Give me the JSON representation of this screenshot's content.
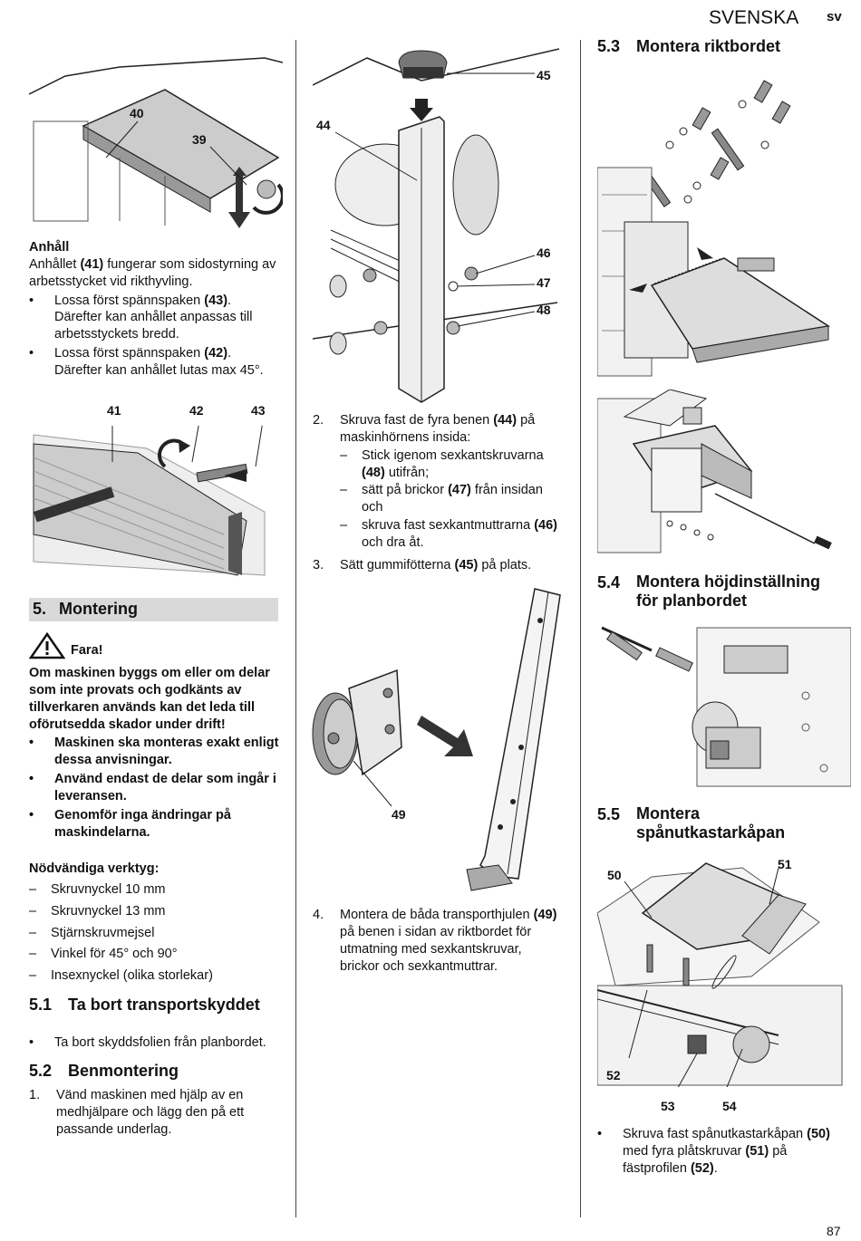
{
  "header": {
    "language": "SVENSKA",
    "code": "sv"
  },
  "page_number": "87",
  "col1": {
    "fig1_callouts": [
      "40",
      "39"
    ],
    "anhall_title": "Anhåll",
    "anhall_p_pre": "Anhållet ",
    "anhall_p_ref": "(41)",
    "anhall_p_post": " fungerar som sidostyrning av arbetsstycket vid rikthyvling.",
    "bullets": [
      {
        "pre": "Lossa först spännspaken ",
        "ref": "(43)",
        "post": ". Därefter kan anhållet anpassas till arbetsstyckets bredd."
      },
      {
        "pre": "Lossa först spännspaken ",
        "ref": "(42)",
        "post": ". Därefter kan anhållet lutas max 45°."
      }
    ],
    "fig2_callouts": [
      "41",
      "42",
      "43"
    ],
    "section5_title": "5.",
    "section5_label": "Montering",
    "warning_label": "Fara!",
    "warning_text": "Om maskinen byggs om eller om delar som inte provats och godkänts av tillverkaren används kan det leda till oförutsedda skador under drift!",
    "warning_bullets": [
      "Maskinen ska monteras exakt enligt dessa anvisningar.",
      "Använd endast de delar som ingår i leveransen.",
      "Genomför inga ändringar på maskindelarna."
    ],
    "tools_title": "Nödvändiga verktyg:",
    "tools": [
      "Skruvnyckel 10 mm",
      "Skruvnyckel 13 mm",
      "Stjärnskruvmejsel",
      "Vinkel för 45° och 90°",
      "Insexnyckel (olika storlekar)"
    ],
    "s51_num": "5.1",
    "s51_title": "Ta bort transportskyddet",
    "s51_bullet": "Ta bort skyddsfolien från planbordet.",
    "s52_num": "5.2",
    "s52_title": "Benmontering",
    "s52_step_num": "1.",
    "s52_step": "Vänd maskinen med hjälp av en medhjälpare och lägg den på ett passande underlag."
  },
  "col2": {
    "fig3_callouts": [
      "45",
      "44",
      "46",
      "47",
      "48"
    ],
    "step2_num": "2.",
    "step2_pre": "Skruva fast de fyra benen ",
    "step2_ref": "(44)",
    "step2_post": " på maskinhörnens insida:",
    "step2_sub": [
      {
        "pre": "Stick igenom sexkantskruvarna ",
        "ref": "(48)",
        "post": " utifrån;"
      },
      {
        "pre": "sätt på brickor ",
        "ref": "(47)",
        "post": " från insidan och"
      },
      {
        "pre": "skruva fast sexkantmuttrarna ",
        "ref": "(46)",
        "post": " och dra åt."
      }
    ],
    "step3_num": "3.",
    "step3_pre": "Sätt gummifötterna ",
    "step3_ref": "(45)",
    "step3_post": " på plats.",
    "fig4_callout": "49",
    "step4_num": "4.",
    "step4_pre": "Montera de båda transporthjulen ",
    "step4_ref": "(49)",
    "step4_post": " på benen i sidan av riktbordet för utmatning med sexkantskruvar, brickor och sexkantmuttrar."
  },
  "col3": {
    "s53_num": "5.3",
    "s53_title": "Montera riktbordet",
    "s54_num": "5.4",
    "s54_title": "Montera höjdinställning för planbordet",
    "s55_num": "5.5",
    "s55_title": "Montera spånutkastarkåpan",
    "fig_callouts": [
      "50",
      "51",
      "52",
      "53",
      "54"
    ],
    "bullet_pre": "Skruva fast spånutkastarkåpan ",
    "bullet_ref1": "(50)",
    "bullet_mid": " med fyra plåtskruvar ",
    "bullet_ref2": "(51)",
    "bullet_mid2": " på fästprofilen ",
    "bullet_ref3": "(52)",
    "bullet_post": "."
  }
}
